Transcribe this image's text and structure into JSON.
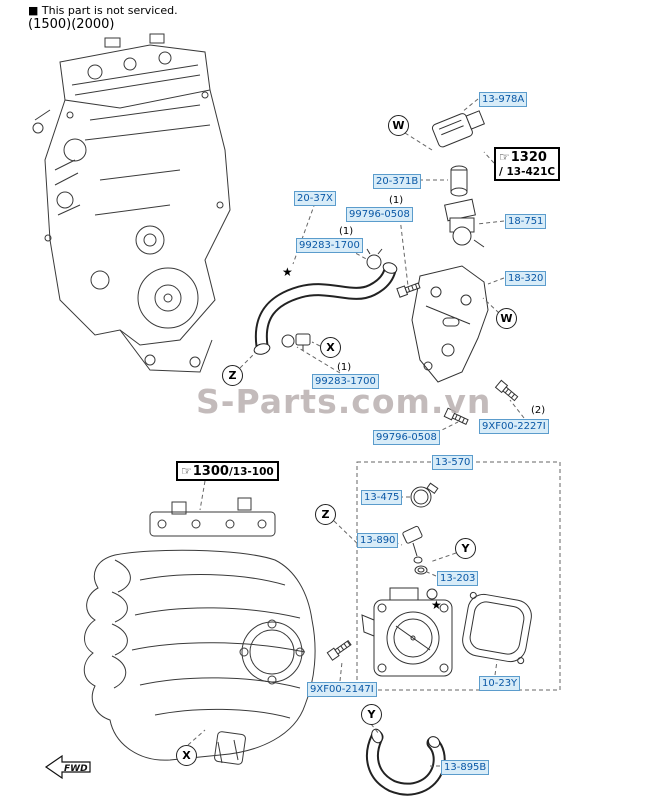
{
  "meta": {
    "note": "■ This part is not serviced.",
    "codes": "(1500)(2000)",
    "watermark": "S-Parts.com.vn",
    "fwd": "FWD"
  },
  "icons": {
    "star": "★",
    "hand": "☞"
  },
  "refs": {
    "r1320": {
      "num": "1320",
      "sub": "/ 13-421C"
    },
    "r1300": {
      "num": "1300",
      "sub": "/13-100"
    }
  },
  "labels": [
    {
      "text": "13-978A"
    },
    {
      "text": "20-371B"
    },
    {
      "text": "20-37X"
    },
    {
      "text": "99796-0508"
    },
    {
      "text": "99283-1700"
    },
    {
      "text": "18-751"
    },
    {
      "text": "18-320"
    },
    {
      "text": "99283-1700"
    },
    {
      "text": "99796-0508"
    },
    {
      "text": "9XF00-2227I"
    },
    {
      "text": "13-570"
    },
    {
      "text": "13-475"
    },
    {
      "text": "13-890"
    },
    {
      "text": "13-203"
    },
    {
      "text": "10-23Y"
    },
    {
      "text": "9XF00-2147I"
    },
    {
      "text": "13-895B"
    }
  ],
  "qty": [
    "(1)",
    "(1)",
    "(1)",
    "(2)"
  ],
  "callouts": [
    "W",
    "X",
    "Z",
    "W",
    "Z",
    "Y",
    "X",
    "Y"
  ]
}
